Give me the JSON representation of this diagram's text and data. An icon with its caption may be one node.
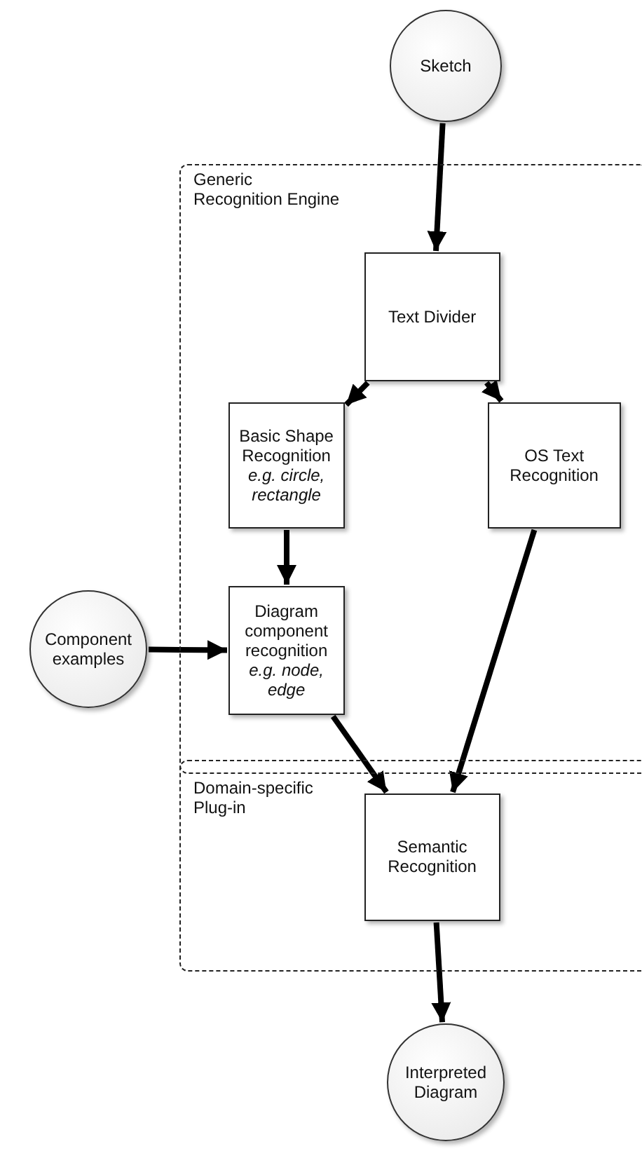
{
  "diagram": {
    "nodes": [
      {
        "text": [
          "Sketch"
        ]
      },
      {
        "text": [
          "Generic Recognition Engine"
        ]
      },
      {
        "text": [
          "Text Divider"
        ],
        "in": 1
      },
      {
        "text": [
          "Basic Shape Recognition",
          "e.g. circle, rectangle"
        ],
        "in": 1
      },
      {
        "text": [
          "OS Text Recognition"
        ],
        "in": 1
      },
      {
        "text": [
          "Diagram component recognition",
          "e.g. node, edge"
        ],
        "in": 1
      },
      {
        "text": [
          "Component examples"
        ]
      },
      {
        "text": [
          "Domain-specific Plug-in"
        ]
      },
      {
        "text": [
          "Semantic Recognition"
        ],
        "in": 7
      },
      {
        "text": [
          "Interpreted Diagram"
        ]
      }
    ],
    "edges": [
      {
        "from": 0,
        "to": 2,
        "arrow": "to"
      },
      {
        "from": 2,
        "to": 3,
        "arrow": "to"
      },
      {
        "from": 2,
        "to": 4,
        "arrow": "to"
      },
      {
        "from": 3,
        "to": 5,
        "arrow": "to"
      },
      {
        "from": 6,
        "to": 5,
        "arrow": "to"
      },
      {
        "from": 5,
        "to": 8,
        "arrow": "to"
      },
      {
        "from": 4,
        "to": 8,
        "arrow": "to"
      },
      {
        "from": 8,
        "to": 9,
        "arrow": "to"
      }
    ]
  }
}
